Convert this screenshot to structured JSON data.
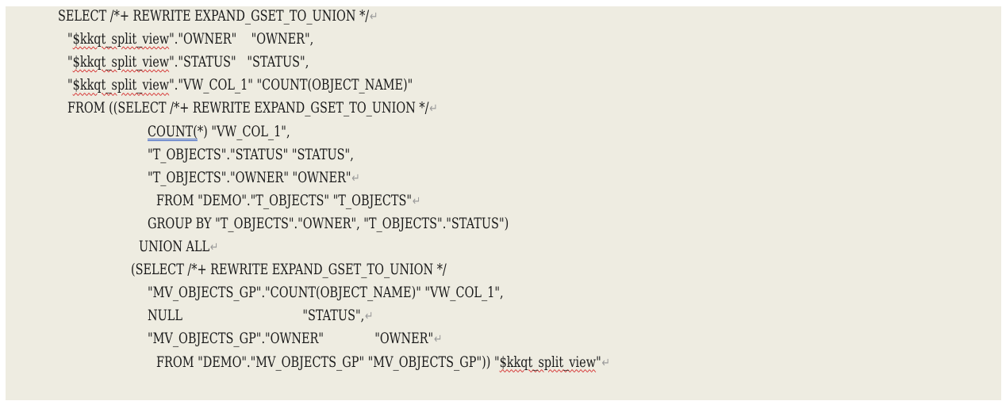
{
  "code": {
    "lines": [
      {
        "indent": 66,
        "segments": [
          {
            "text": "SELECT /*+ REWRITE EXPAND_GSET_TO_UNION */"
          }
        ],
        "para_mark": "↵"
      },
      {
        "indent": 78,
        "segments": [
          {
            "text": "\""
          },
          {
            "text": "$kkqt_split_view",
            "style": "squiggle"
          },
          {
            "text": "\".\"OWNER\"    \"OWNER\","
          }
        ],
        "para_mark": ""
      },
      {
        "indent": 78,
        "segments": [
          {
            "text": "\""
          },
          {
            "text": "$kkqt_split_view",
            "style": "squiggle"
          },
          {
            "text": "\".\"STATUS\"   \"STATUS\","
          }
        ],
        "para_mark": ""
      },
      {
        "indent": 78,
        "segments": [
          {
            "text": "\""
          },
          {
            "text": "$kkqt_split_view",
            "style": "squiggle"
          },
          {
            "text": "\".\"VW_COL_1\" \"COUNT(OBJECT_NAME)\""
          }
        ],
        "para_mark": ""
      },
      {
        "indent": 78,
        "segments": [
          {
            "text": "FROM ((SELECT /*+ REWRITE EXPAND_GSET_TO_UNION */"
          }
        ],
        "para_mark": "↵"
      },
      {
        "indent": 179,
        "segments": [
          {
            "text": "COUNT(",
            "style": "dbl"
          },
          {
            "text": "*) \"VW_COL_1\","
          }
        ],
        "para_mark": ""
      },
      {
        "indent": 179,
        "segments": [
          {
            "text": "\"T_OBJECTS\".\"STATUS\" \"STATUS\","
          }
        ],
        "para_mark": ""
      },
      {
        "indent": 179,
        "segments": [
          {
            "text": "\"T_OBJECTS\".\"OWNER\" \"OWNER\""
          }
        ],
        "para_mark": "↵"
      },
      {
        "indent": 190,
        "segments": [
          {
            "text": "FROM \"DEMO\".\"T_OBJECTS\" \"T_OBJECTS\""
          }
        ],
        "para_mark": "↵"
      },
      {
        "indent": 179,
        "segments": [
          {
            "text": "GROUP BY \"T_OBJECTS\".\"OWNER\", \"T_OBJECTS\".\"STATUS\")"
          }
        ],
        "para_mark": ""
      },
      {
        "indent": 168,
        "segments": [
          {
            "text": "UNION ALL"
          }
        ],
        "para_mark": "↵"
      },
      {
        "indent": 158,
        "segments": [
          {
            "text": "(SELECT /*+ REWRITE EXPAND_GSET_TO_UNION */"
          }
        ],
        "para_mark": ""
      },
      {
        "indent": 179,
        "segments": [
          {
            "text": "\"MV_OBJECTS_GP\".\"COUNT(OBJECT_NAME)\" \"VW_COL_1\","
          }
        ],
        "para_mark": ""
      },
      {
        "indent": 179,
        "segments": [
          {
            "text": "NULL                                 \"STATUS\","
          }
        ],
        "para_mark": "↵"
      },
      {
        "indent": 179,
        "segments": [
          {
            "text": "\"MV_OBJECTS_GP\".\"OWNER\"              \"OWNER\""
          }
        ],
        "para_mark": "↵"
      },
      {
        "indent": 190,
        "segments": [
          {
            "text": "FROM \"DEMO\".\"MV_OBJECTS_GP\" \"MV_OBJECTS_GP\")) \""
          },
          {
            "text": "$kkqt_split_view",
            "style": "squiggle"
          },
          {
            "text": "\""
          }
        ],
        "para_mark": "↵"
      }
    ]
  }
}
